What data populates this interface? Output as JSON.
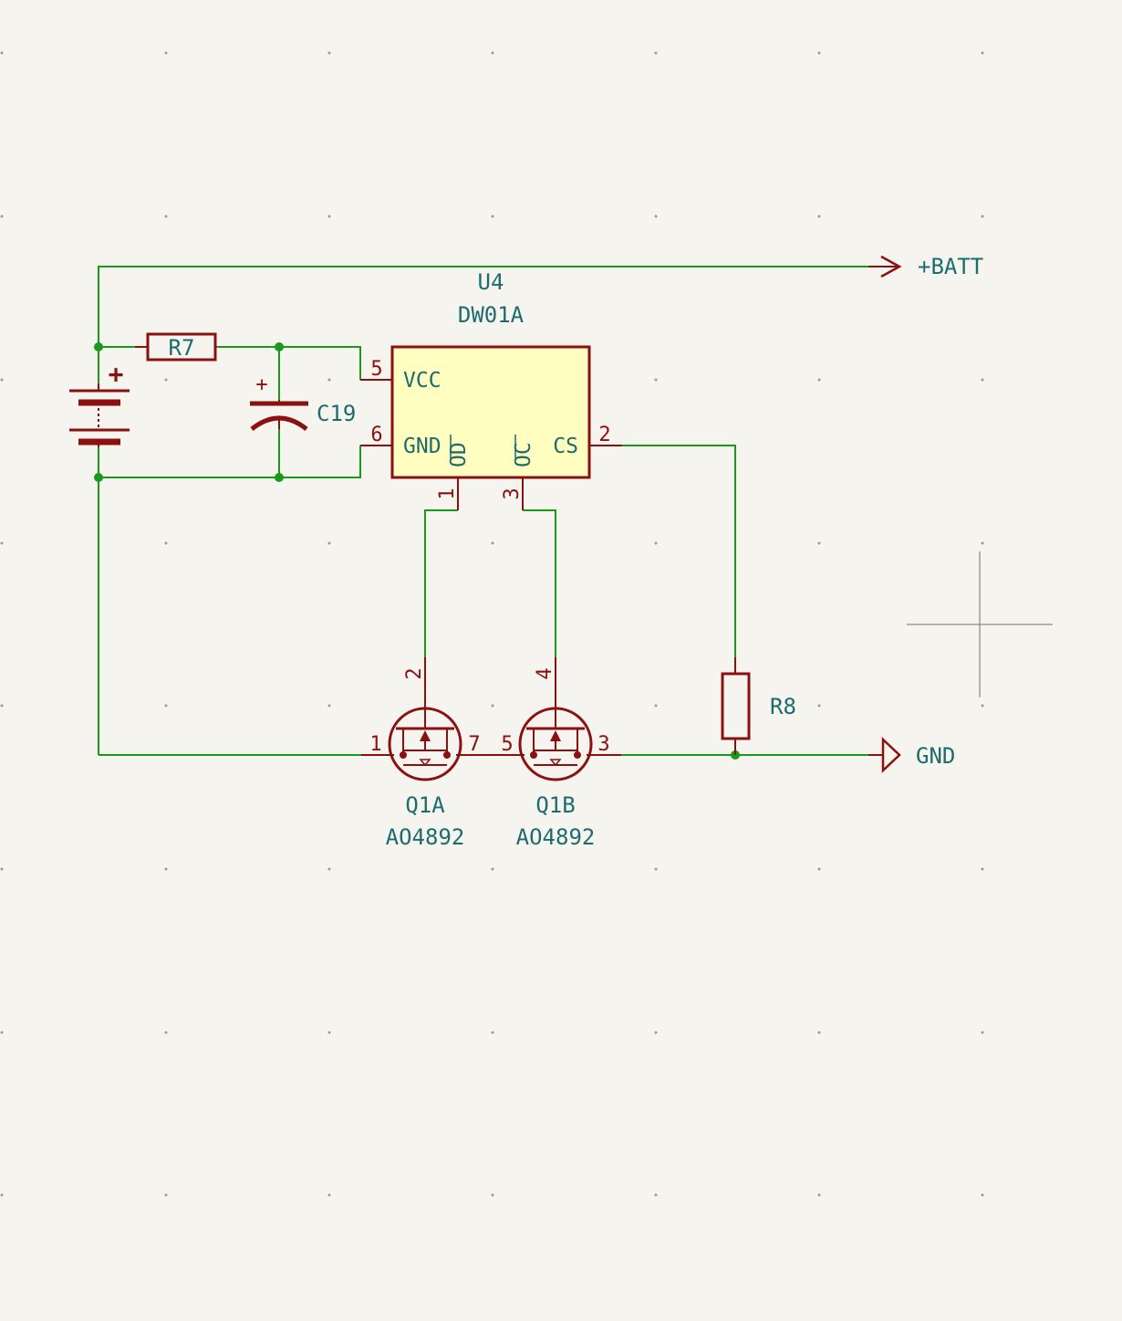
{
  "colors": {
    "background": "#f5f4ef",
    "wire": "#1a9a1a",
    "symbol": "#8b1010",
    "symbol_fill": "#fffec0",
    "text": "#1e6b6e",
    "pin_number": "#8b1010"
  },
  "components": {
    "battery": {
      "plus_sign": "+"
    },
    "r7": {
      "ref": "R7"
    },
    "c19": {
      "ref": "C19",
      "plus_sign": "+"
    },
    "u4": {
      "ref": "U4",
      "value": "DW01A",
      "pins": {
        "vcc": {
          "number": "5",
          "name": "VCC"
        },
        "gnd": {
          "number": "6",
          "name": "GND"
        },
        "od": {
          "number": "1",
          "name": "OD"
        },
        "oc": {
          "number": "3",
          "name": "OC"
        },
        "cs": {
          "number": "2",
          "name": "CS"
        }
      }
    },
    "q1a": {
      "ref": "Q1A",
      "value": "AO4892",
      "pins": {
        "gate": "2",
        "left": "1",
        "right": "7"
      }
    },
    "q1b": {
      "ref": "Q1B",
      "value": "AO4892",
      "pins": {
        "gate": "4",
        "left": "5",
        "right": "3"
      }
    },
    "r8": {
      "ref": "R8"
    }
  },
  "power_ports": {
    "batt": "+BATT",
    "gnd": "GND"
  }
}
